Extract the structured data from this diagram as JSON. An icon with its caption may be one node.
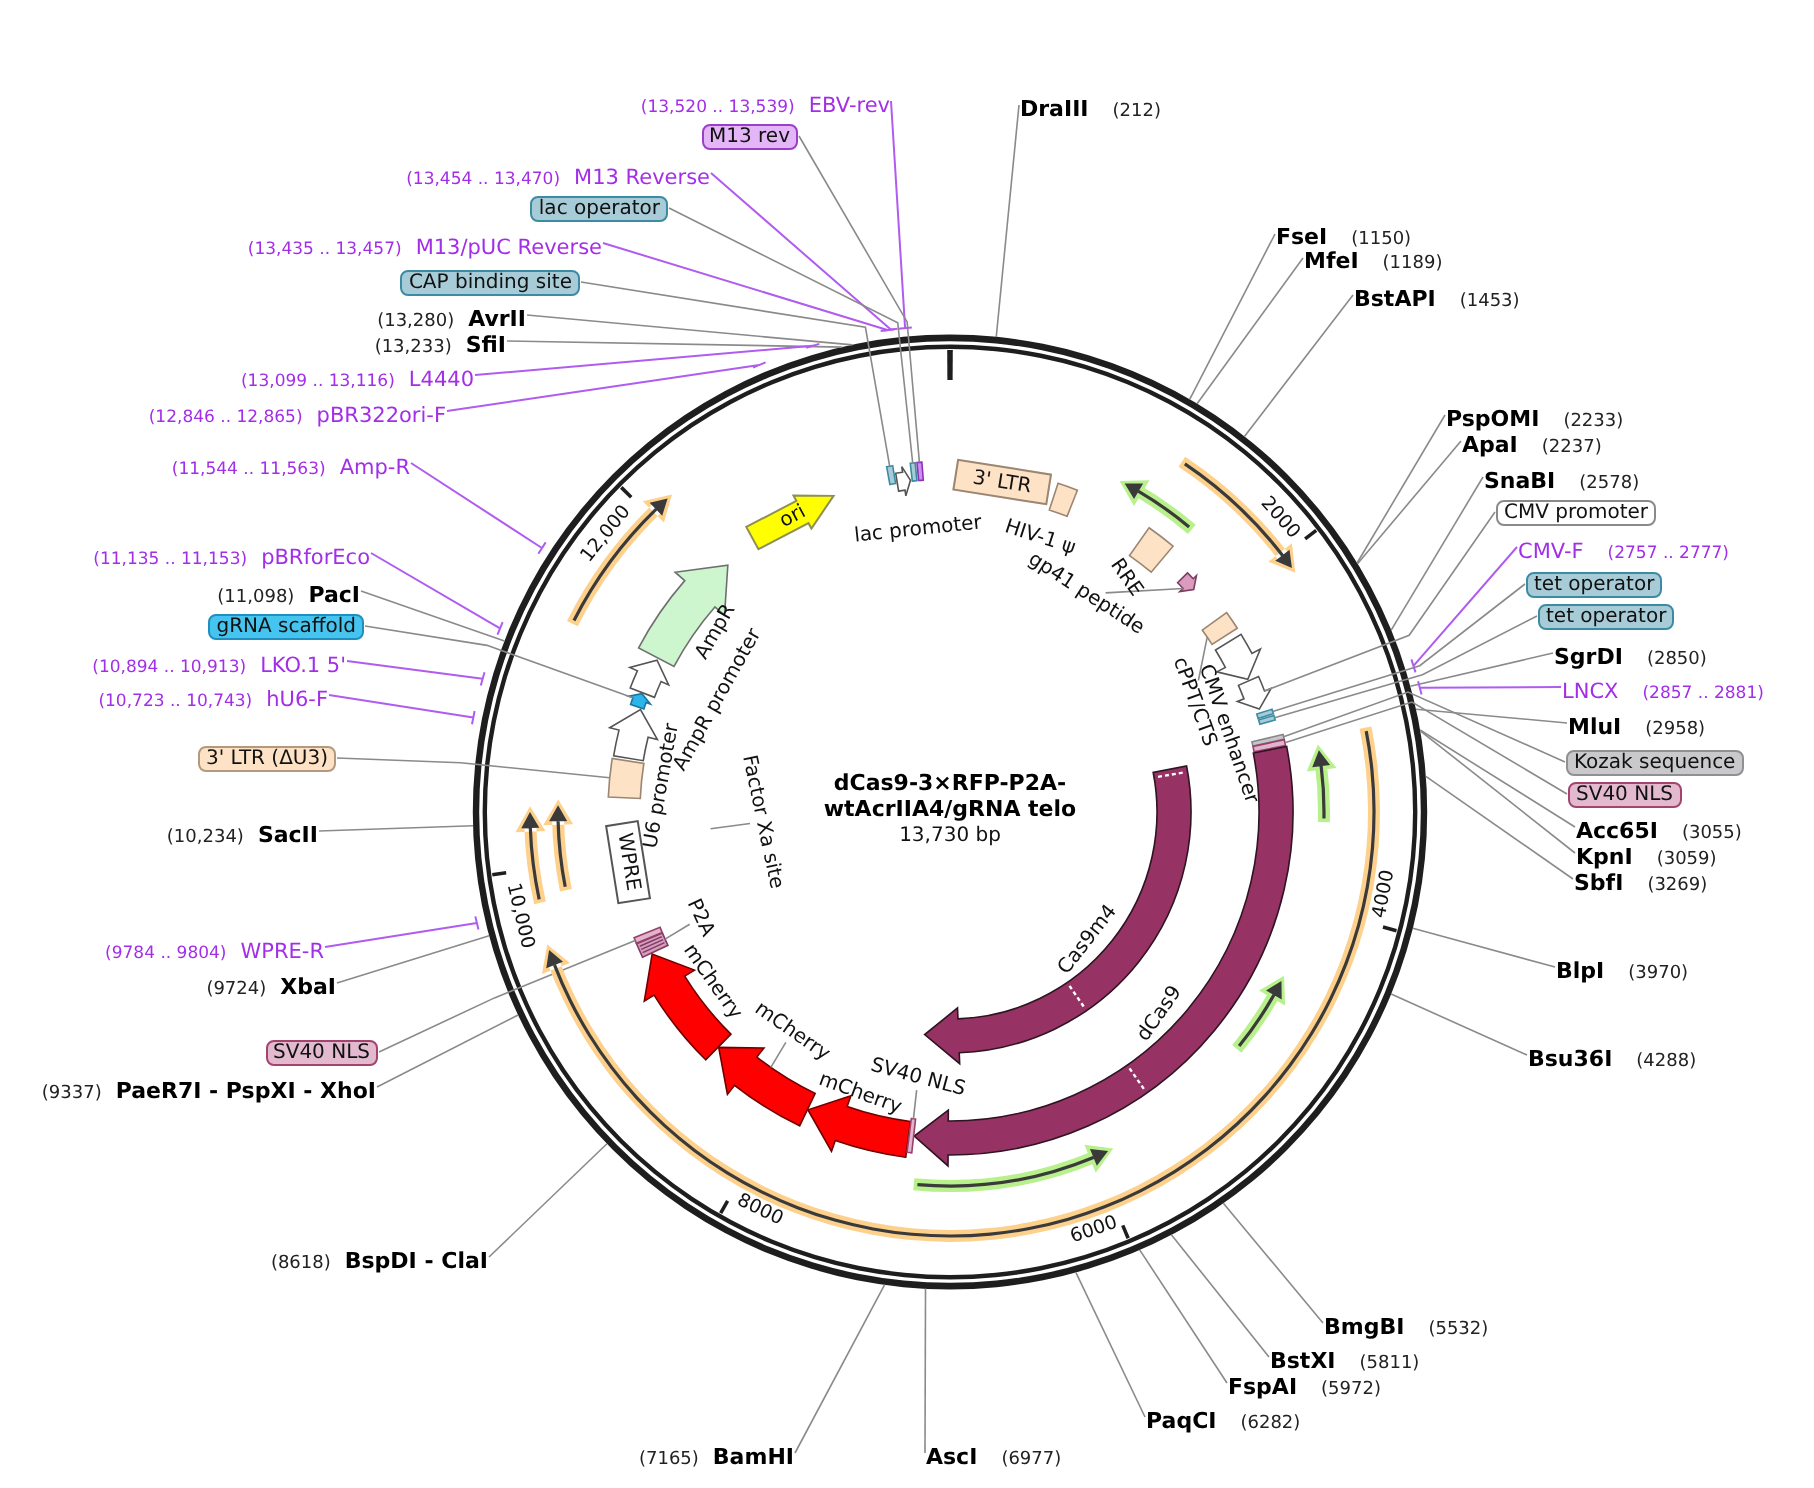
{
  "diagram": {
    "title": "dCas9-3×RFP-P2A-wtAcrIIA4/gRNA telo",
    "nodes": [
      {
        "text": [
          "(13,520 .. 13,539)",
          "EBV-rev"
        ]
      },
      {
        "text": [
          "DraIII",
          "(212)"
        ]
      },
      {
        "text": [
          "M13 rev"
        ]
      },
      {
        "text": [
          "(13,454 .. 13,470)",
          "M13 Reverse"
        ]
      },
      {
        "text": [
          "lac operator"
        ]
      },
      {
        "text": [
          "FseI",
          "(1150)"
        ]
      },
      {
        "text": [
          "(13,435 .. 13,457)",
          "M13/pUC Reverse"
        ]
      },
      {
        "text": [
          "MfeI",
          "(1189)"
        ]
      },
      {
        "text": [
          "CAP binding site"
        ]
      },
      {
        "text": [
          "BstAPI",
          "(1453)"
        ]
      },
      {
        "text": [
          "(13,280)",
          "AvrII"
        ]
      },
      {
        "text": [
          "(13,233)",
          "SfiI"
        ]
      },
      {
        "text": [
          "(13,099 .. 13,116)",
          "L4440"
        ]
      },
      {
        "text": [
          "(12,846 .. 12,865)",
          "pBR322ori-F"
        ]
      },
      {
        "text": [
          "PspOMI",
          "(2233)"
        ]
      },
      {
        "text": [
          "ApaI",
          "(2237)"
        ]
      },
      {
        "text": [
          "(11,544 .. 11,563)",
          "Amp-R"
        ]
      },
      {
        "text": [
          "SnaBI",
          "(2578)"
        ]
      },
      {
        "text": [
          "CMV promoter"
        ]
      },
      {
        "text": [
          "CMV-F",
          "(2757 .. 2777)"
        ]
      },
      {
        "text": [
          "(11,135 .. 11,153)",
          "pBRforEco"
        ]
      },
      {
        "text": [
          "tet operator"
        ]
      },
      {
        "text": [
          "(11,098)",
          "PacI"
        ]
      },
      {
        "text": [
          "tet operator"
        ]
      },
      {
        "text": [
          "gRNA scaffold"
        ]
      },
      {
        "text": [
          "SgrDI",
          "(2850)"
        ]
      },
      {
        "text": [
          "(10,894 .. 10,913)",
          "LKO.1 5'"
        ]
      },
      {
        "text": [
          "LNCX",
          "(2857 .. 2881)"
        ]
      },
      {
        "text": [
          "(10,723 .. 10,743)",
          "hU6-F"
        ]
      },
      {
        "text": [
          "MluI",
          "(2958)"
        ]
      },
      {
        "text": [
          "3' LTR (ΔU3)"
        ]
      },
      {
        "text": [
          "Kozak sequence"
        ]
      },
      {
        "text": [
          "SV40 NLS"
        ]
      },
      {
        "text": [
          "Acc65I",
          "(3055)"
        ]
      },
      {
        "text": [
          "(10,234)",
          "SacII"
        ]
      },
      {
        "text": [
          "KpnI",
          "(3059)"
        ]
      },
      {
        "text": [
          "SbfI",
          "(3269)"
        ]
      },
      {
        "text": [
          "(9784 .. 9804)",
          "WPRE-R"
        ]
      },
      {
        "text": [
          "BlpI",
          "(3970)"
        ]
      },
      {
        "text": [
          "(9724)",
          "XbaI"
        ]
      },
      {
        "text": [
          "SV40 NLS"
        ]
      },
      {
        "text": [
          "Bsu36I",
          "(4288)"
        ]
      },
      {
        "text": [
          "(9337)",
          "PaeR7I - PspXI - XhoI"
        ]
      },
      {
        "text": [
          "(8618)",
          "BspDI - ClaI"
        ]
      },
      {
        "text": [
          "BmgBI",
          "(5532)"
        ]
      },
      {
        "text": [
          "BstXI",
          "(5811)"
        ]
      },
      {
        "text": [
          "FspAI",
          "(5972)"
        ]
      },
      {
        "text": [
          "PaqCI",
          "(6282)"
        ]
      },
      {
        "text": [
          "(7165)",
          "BamHI"
        ]
      },
      {
        "text": [
          "AscI",
          "(6977)"
        ]
      },
      {
        "text": [],
        "shape": "box"
      },
      {
        "text": [],
        "shape": "arrow",
        "beside": [
          "lac promoter"
        ]
      },
      {
        "text": [],
        "shape": "box"
      },
      {
        "text": [],
        "shape": "box"
      },
      {
        "text": [
          "3' LTR"
        ]
      },
      {
        "text": [],
        "shape": "box",
        "beside": [
          "HIV-1 ψ"
        ]
      },
      {
        "text": [
          "ori"
        ]
      },
      {
        "text": [],
        "shape": "box",
        "beside": [
          "RRE"
        ]
      },
      {
        "text": [
          "gp41 peptide"
        ]
      },
      {
        "text": [],
        "shape": "arrow"
      },
      {
        "text": [],
        "shape": "arrow",
        "beside": [
          "AmpR"
        ]
      },
      {
        "text": [],
        "shape": "arrow",
        "beside": [
          "AmpR promoter"
        ]
      },
      {
        "text": [],
        "shape": "box"
      },
      {
        "text": [
          "cPPT/CTS"
        ]
      },
      {
        "text": [],
        "shape": "arrow",
        "beside": [
          "CMV enhancer"
        ]
      },
      {
        "text": [],
        "shape": "arrow"
      },
      {
        "text": [],
        "shape": "arrow"
      },
      {
        "text": [],
        "shape": "arrow",
        "beside": [
          "U6 promoter"
        ]
      },
      {
        "text": [],
        "shape": "box"
      },
      {
        "text": [],
        "shape": "box"
      },
      {
        "text": [],
        "shape": "box"
      },
      {
        "text": [],
        "shape": "box"
      },
      {
        "text": [],
        "shape": "box"
      },
      {
        "text": [
          "Factor Xa site"
        ]
      },
      {
        "text": [],
        "shape": "arrow",
        "beside": [
          "Cas9m4"
        ]
      },
      {
        "text": [
          "WPRE"
        ]
      },
      {
        "text": [
          "P2A"
        ]
      },
      {
        "text": [],
        "shape": "box"
      },
      {
        "text": [],
        "shape": "box"
      },
      {
        "text": [],
        "shape": "arrow",
        "beside": [
          "mCherry"
        ]
      },
      {
        "text": [
          "mCherry"
        ]
      },
      {
        "text": [],
        "shape": "arrow"
      },
      {
        "text": [],
        "shape": "arrow",
        "beside": [
          "dCas9"
        ]
      },
      {
        "text": [],
        "shape": "arrow",
        "beside": [
          "mCherry"
        ]
      },
      {
        "text": [
          "SV40 NLS"
        ]
      },
      {
        "text": [],
        "shape": "box"
      }
    ],
    "edges": [
      {
        "from": 0,
        "to": null,
        "arrow": "none",
        "color": "#b05cf0"
      },
      {
        "from": 1,
        "to": null,
        "arrow": "none"
      },
      {
        "from": 2,
        "to": 53,
        "arrow": "none"
      },
      {
        "from": 3,
        "to": null,
        "arrow": "none",
        "color": "#b05cf0"
      },
      {
        "from": 4,
        "to": 52,
        "arrow": "none"
      },
      {
        "from": 5,
        "to": null,
        "arrow": "none"
      },
      {
        "from": 6,
        "to": null,
        "arrow": "none",
        "color": "#b05cf0"
      },
      {
        "from": 7,
        "to": null,
        "arrow": "none"
      },
      {
        "from": 8,
        "to": 50,
        "arrow": "none"
      },
      {
        "from": 9,
        "to": null,
        "arrow": "none"
      },
      {
        "from": 10,
        "to": null,
        "arrow": "none"
      },
      {
        "from": 11,
        "to": null,
        "arrow": "none"
      },
      {
        "from": 12,
        "to": null,
        "arrow": "none",
        "color": "#b05cf0"
      },
      {
        "from": 13,
        "to": null,
        "arrow": "none",
        "color": "#b05cf0"
      },
      {
        "from": 14,
        "to": null,
        "arrow": "none"
      },
      {
        "from": 15,
        "to": null,
        "arrow": "none"
      },
      {
        "from": 16,
        "to": null,
        "arrow": "none",
        "color": "#b05cf0"
      },
      {
        "from": 17,
        "to": null,
        "arrow": "none"
      },
      {
        "from": 18,
        "to": 65,
        "arrow": "none"
      },
      {
        "from": 19,
        "to": null,
        "arrow": "none",
        "color": "#b05cf0"
      },
      {
        "from": 20,
        "to": null,
        "arrow": "none",
        "color": "#b05cf0"
      },
      {
        "from": 21,
        "to": 68,
        "arrow": "none"
      },
      {
        "from": 22,
        "to": null,
        "arrow": "none"
      },
      {
        "from": 23,
        "to": 69,
        "arrow": "none"
      },
      {
        "from": 24,
        "to": 66,
        "arrow": "none"
      },
      {
        "from": 25,
        "to": null,
        "arrow": "none"
      },
      {
        "from": 26,
        "to": null,
        "arrow": "none",
        "color": "#b05cf0"
      },
      {
        "from": 27,
        "to": null,
        "arrow": "none",
        "color": "#b05cf0"
      },
      {
        "from": 28,
        "to": null,
        "arrow": "none",
        "color": "#b05cf0"
      },
      {
        "from": 29,
        "to": null,
        "arrow": "none"
      },
      {
        "from": 30,
        "to": 72,
        "arrow": "none"
      },
      {
        "from": 31,
        "to": 70,
        "arrow": "none"
      },
      {
        "from": 32,
        "to": 71,
        "arrow": "none"
      },
      {
        "from": 33,
        "to": null,
        "arrow": "none"
      },
      {
        "from": 34,
        "to": null,
        "arrow": "none"
      },
      {
        "from": 35,
        "to": null,
        "arrow": "none"
      },
      {
        "from": 36,
        "to": null,
        "arrow": "none"
      },
      {
        "from": 37,
        "to": null,
        "arrow": "none",
        "color": "#b05cf0"
      },
      {
        "from": 38,
        "to": null,
        "arrow": "none"
      },
      {
        "from": 39,
        "to": null,
        "arrow": "none"
      },
      {
        "from": 40,
        "to": 78,
        "arrow": "none"
      },
      {
        "from": 41,
        "to": null,
        "arrow": "none"
      },
      {
        "from": 42,
        "to": null,
        "arrow": "none"
      },
      {
        "from": 43,
        "to": null,
        "arrow": "none"
      },
      {
        "from": 44,
        "to": null,
        "arrow": "none"
      },
      {
        "from": 45,
        "to": null,
        "arrow": "none"
      },
      {
        "from": 46,
        "to": null,
        "arrow": "none"
      },
      {
        "from": 47,
        "to": null,
        "arrow": "none"
      },
      {
        "from": 48,
        "to": null,
        "arrow": "none"
      },
      {
        "from": 49,
        "to": null,
        "arrow": "none"
      },
      {
        "from": 58,
        "to": 59,
        "arrow": "none"
      },
      {
        "from": 63,
        "to": 62,
        "arrow": "none"
      },
      {
        "from": 73,
        "to": null,
        "arrow": "none"
      },
      {
        "from": 76,
        "to": 77,
        "arrow": "none"
      },
      {
        "from": 80,
        "to": 81,
        "arrow": "none"
      },
      {
        "from": 84,
        "to": 85,
        "arrow": "none"
      }
    ],
    "labels": [
      "12,000",
      "2000",
      "13,730 bp",
      "10,000",
      "4000",
      "8000",
      "6000"
    ]
  }
}
